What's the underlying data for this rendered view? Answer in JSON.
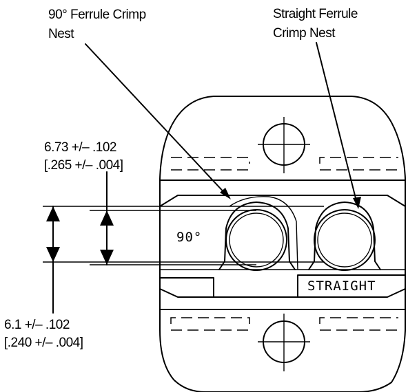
{
  "callouts": {
    "nest_90": [
      "90° Ferrule Crimp",
      "Nest"
    ],
    "nest_straight": [
      "Straight Ferrule",
      "Crimp Nest"
    ],
    "dim_upper": [
      "6.73 +/– .102",
      "[.265 +/– .004]"
    ],
    "dim_lower": [
      "6.1 +/– .102",
      "[.240 +/– .004]"
    ]
  },
  "die_marks": {
    "angle": "90°",
    "straight": "STRAIGHT"
  }
}
